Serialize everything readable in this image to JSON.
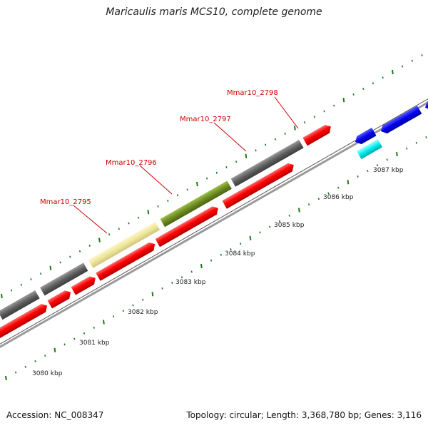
{
  "title": "Maricaulis maris MCS10, complete genome",
  "footer": {
    "accession": "Accession: NC_008347",
    "summary": "Topology: circular; Length: 3,368,780 bp; Genes: 3,116"
  },
  "colors": {
    "background": "#ffffff",
    "backbone": "#8c8c8c",
    "tick": "#1a7a1a",
    "label": "#cc0000",
    "forward_gene": "#666666",
    "reverse_gene": "#ff0000",
    "blue_gene": "#0000ee",
    "cyan_gene": "#00eeee",
    "olive_gene": "#6e8b22",
    "khaki_gene": "#eee69a"
  },
  "kbp_labels": [
    "3080 kbp",
    "3081 kbp",
    "3082 kbp",
    "3083 kbp",
    "3084 kbp",
    "3085 kbp",
    "3086 kbp",
    "3087 kbp"
  ],
  "gene_labels": [
    "Mmar10_2795",
    "Mmar10_2796",
    "Mmar10_2797",
    "Mmar10_2798"
  ]
}
